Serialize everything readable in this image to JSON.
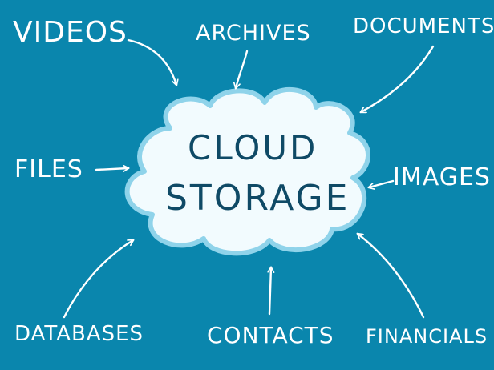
{
  "center": {
    "line1": "CLOUD",
    "line2": "STORAGE"
  },
  "labels": {
    "videos": "VIDEOS",
    "archives": "ARCHIVES",
    "documents": "DOCUMENTS",
    "files": "FILES",
    "images": "IMAGES",
    "databases": "DATABASES",
    "contacts": "CONTACTS",
    "financials": "FINANCIALS"
  },
  "colors": {
    "background": "#0a86ad",
    "cloud_fill": "#f2fbfe",
    "cloud_outline": "#8fd3ea",
    "center_text": "#0f4a66",
    "labels_and_arrows": "#ffffff"
  }
}
